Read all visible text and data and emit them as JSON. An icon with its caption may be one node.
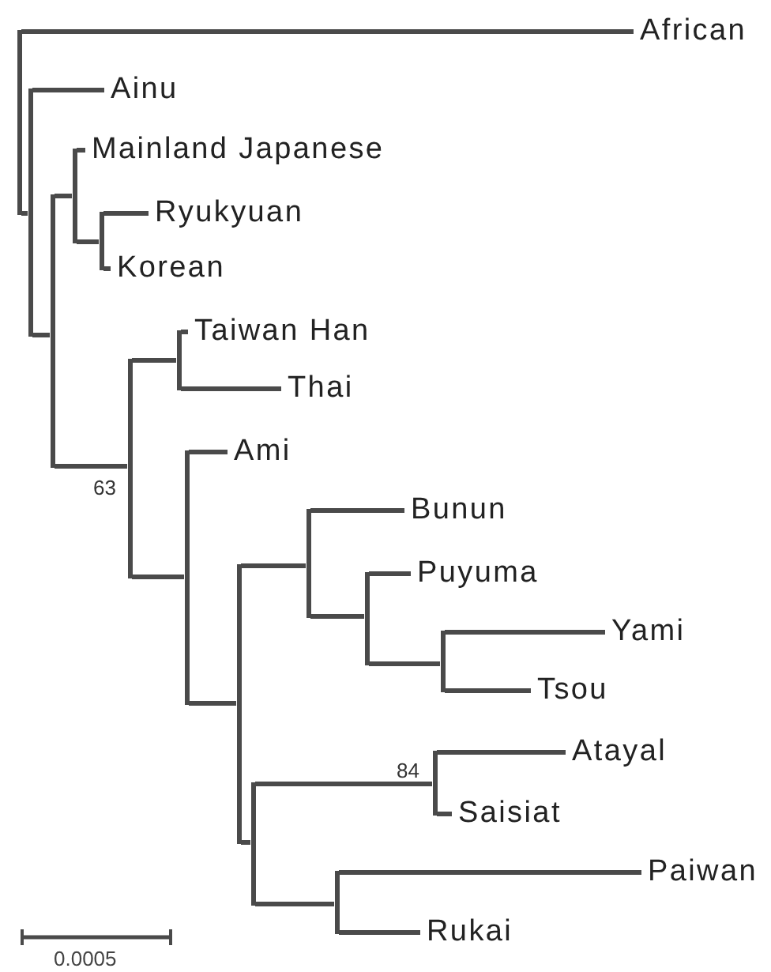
{
  "diagram": {
    "nodes": [
      {
        "text": [],
        "shape": "bar"
      },
      {
        "text": [
          "African"
        ]
      },
      {
        "text": [],
        "shape": "bar"
      },
      {
        "text": [
          "Ainu"
        ]
      },
      {
        "text": [],
        "shape": "bar"
      },
      {
        "text": [],
        "shape": "bar"
      },
      {
        "text": [
          "Mainland Japanese"
        ]
      },
      {
        "text": [],
        "shape": "bar"
      },
      {
        "text": [
          "Ryukyuan"
        ]
      },
      {
        "text": [
          "Korean"
        ]
      },
      {
        "text": [],
        "shape": "bar",
        "beside": [
          "63"
        ]
      },
      {
        "text": [],
        "shape": "bar"
      },
      {
        "text": [
          "Taiwan Han"
        ]
      },
      {
        "text": [
          "Thai"
        ]
      },
      {
        "text": [],
        "shape": "bar"
      },
      {
        "text": [
          "Ami"
        ]
      },
      {
        "text": [],
        "shape": "bar"
      },
      {
        "text": [],
        "shape": "bar"
      },
      {
        "text": [
          "Bunun"
        ]
      },
      {
        "text": [],
        "shape": "bar"
      },
      {
        "text": [
          "Puyuma"
        ]
      },
      {
        "text": [],
        "shape": "bar"
      },
      {
        "text": [
          "Yami"
        ]
      },
      {
        "text": [
          "Tsou"
        ]
      },
      {
        "text": [],
        "shape": "bar"
      },
      {
        "text": [],
        "shape": "bar",
        "beside": [
          "84"
        ]
      },
      {
        "text": [
          "Atayal"
        ]
      },
      {
        "text": [
          "Saisiat"
        ]
      },
      {
        "text": [],
        "shape": "bar"
      },
      {
        "text": [
          "Paiwan"
        ]
      },
      {
        "text": [
          "Rukai"
        ]
      }
    ],
    "edges": [
      {
        "from": 0,
        "to": 1,
        "arrow": "none"
      },
      {
        "from": 0,
        "to": 2,
        "arrow": "none"
      },
      {
        "from": 2,
        "to": 3,
        "arrow": "none"
      },
      {
        "from": 2,
        "to": 4,
        "arrow": "none"
      },
      {
        "from": 4,
        "to": 5,
        "arrow": "none"
      },
      {
        "from": 5,
        "to": 6,
        "arrow": "none"
      },
      {
        "from": 5,
        "to": 7,
        "arrow": "none"
      },
      {
        "from": 7,
        "to": 8,
        "arrow": "none"
      },
      {
        "from": 7,
        "to": 9,
        "arrow": "none"
      },
      {
        "from": 4,
        "to": 10,
        "arrow": "none"
      },
      {
        "from": 10,
        "to": 11,
        "arrow": "none"
      },
      {
        "from": 11,
        "to": 12,
        "arrow": "none"
      },
      {
        "from": 11,
        "to": 13,
        "arrow": "none"
      },
      {
        "from": 10,
        "to": 14,
        "arrow": "none"
      },
      {
        "from": 14,
        "to": 15,
        "arrow": "none"
      },
      {
        "from": 14,
        "to": 16,
        "arrow": "none"
      },
      {
        "from": 16,
        "to": 17,
        "arrow": "none"
      },
      {
        "from": 17,
        "to": 18,
        "arrow": "none"
      },
      {
        "from": 17,
        "to": 19,
        "arrow": "none"
      },
      {
        "from": 19,
        "to": 20,
        "arrow": "none"
      },
      {
        "from": 19,
        "to": 21,
        "arrow": "none"
      },
      {
        "from": 21,
        "to": 22,
        "arrow": "none"
      },
      {
        "from": 21,
        "to": 23,
        "arrow": "none"
      },
      {
        "from": 16,
        "to": 24,
        "arrow": "none"
      },
      {
        "from": 24,
        "to": 25,
        "arrow": "none"
      },
      {
        "from": 25,
        "to": 26,
        "arrow": "none"
      },
      {
        "from": 25,
        "to": 27,
        "arrow": "none"
      },
      {
        "from": 24,
        "to": 28,
        "arrow": "none"
      },
      {
        "from": 28,
        "to": 29,
        "arrow": "none"
      },
      {
        "from": 28,
        "to": 30,
        "arrow": "none"
      }
    ],
    "labels": [
      "0.0005"
    ]
  }
}
